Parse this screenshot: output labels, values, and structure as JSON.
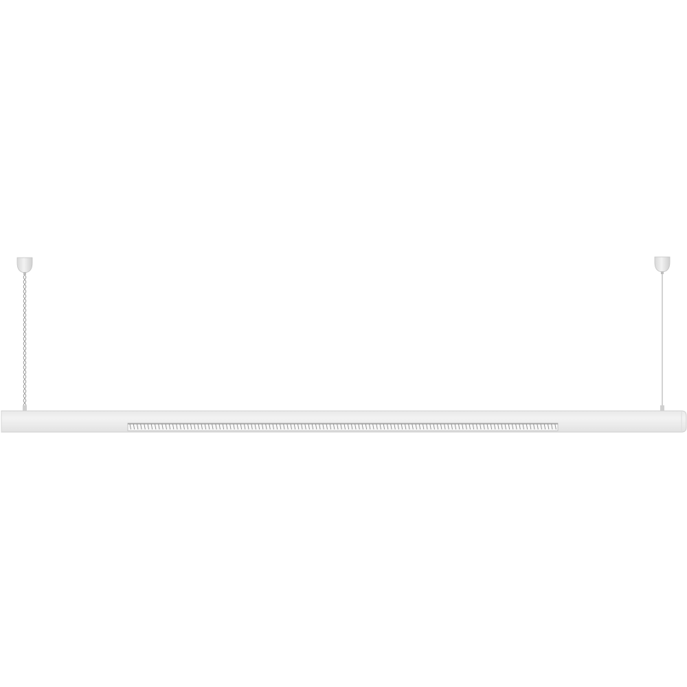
{
  "scene": {
    "subject": "linear-pendant-luminaire",
    "background_color": "#ffffff",
    "body_color": "#eeeeee",
    "body_edge_color": "#d2d2d2",
    "louver_color": "#8e8e8e",
    "cable_color": "#9a9a9a",
    "canopy_color": "#e6e6e6",
    "suspensions": [
      {
        "side": "left",
        "cable_style": "coiled"
      },
      {
        "side": "right",
        "cable_style": "straight"
      }
    ]
  }
}
